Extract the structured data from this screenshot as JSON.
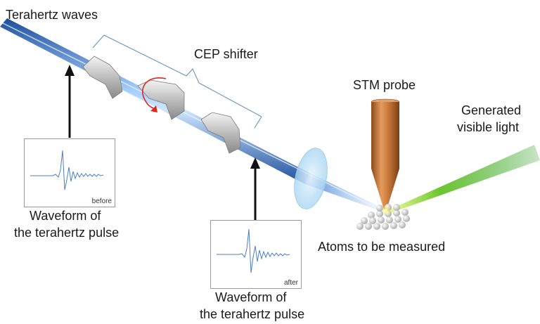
{
  "labels": {
    "terahertz_waves": "Terahertz waves",
    "cep_shifter": "CEP shifter",
    "stm_probe": "STM probe",
    "generated_light_line1": "Generated",
    "generated_light_line2": "visible light",
    "atoms": "Atoms to be measured",
    "waveform_before_line1": "Waveform of",
    "waveform_before_line2": "the terahertz pulse",
    "waveform_after_line1": "Waveform of",
    "waveform_after_line2": "the terahertz pulse"
  },
  "insets": {
    "before_tag": "before",
    "after_tag": "after"
  },
  "colors": {
    "beam_blue": "#3b78c8",
    "beam_core": "#cfe6ff",
    "probe_copper": "#c97a3c",
    "green_light": "#3fae2a",
    "rotation_arrow": "#e0261b",
    "waveform_line": "#4a7fc8",
    "plate_blue": "#cfe8f8"
  }
}
